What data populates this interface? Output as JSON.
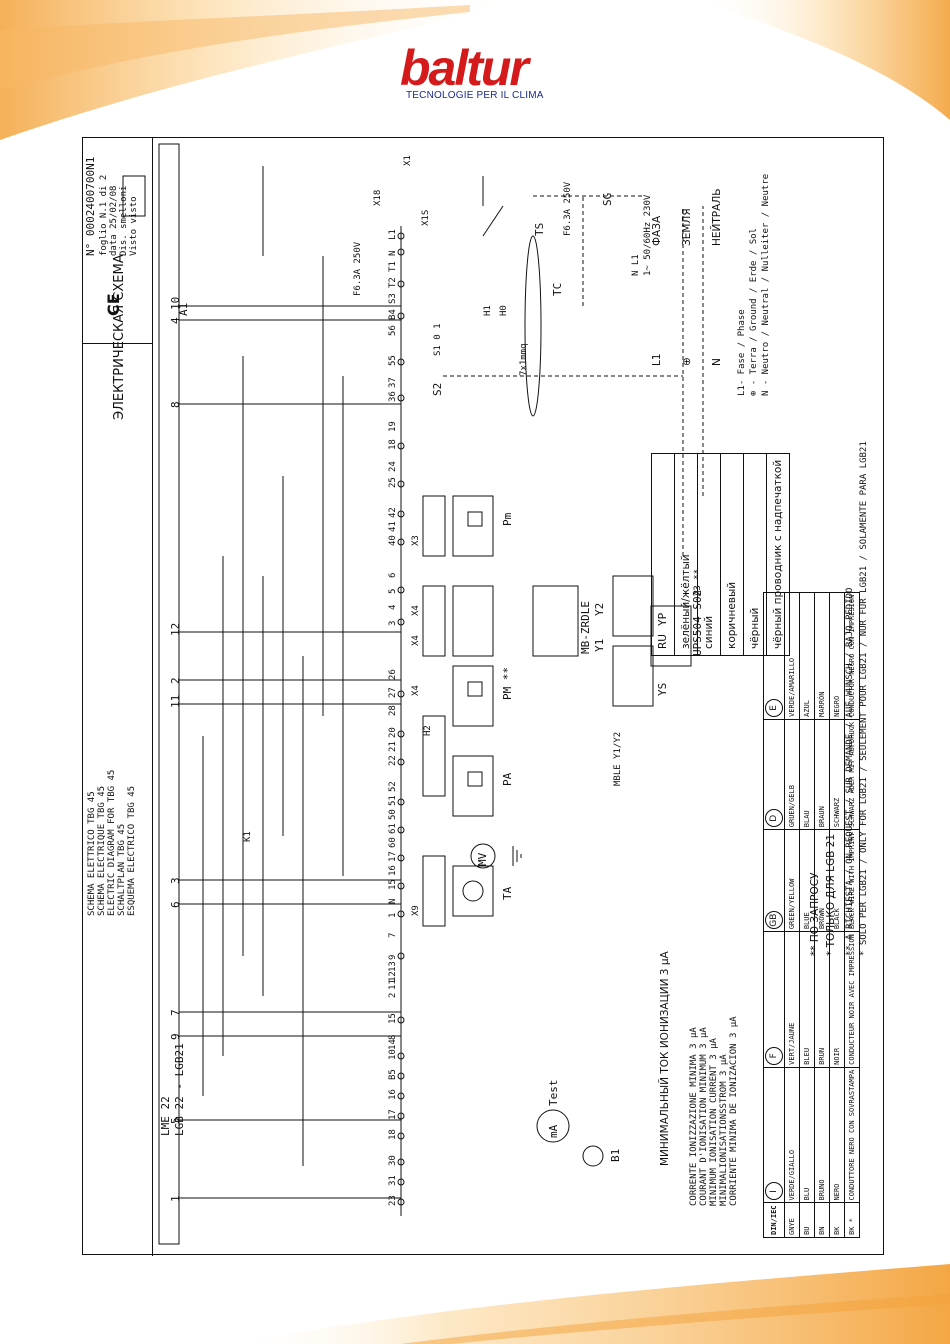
{
  "brand": {
    "name": "baltur",
    "tagline": "TECNOLOGIE PER IL CLIMA",
    "primary_color": "#d41a1a",
    "tagline_color": "#1a2b8c",
    "swoosh_color": "#f3a23a"
  },
  "header": {
    "ce_mark": "CE",
    "doc_number": "N° 0002400700N1",
    "sheet": "foglio N.1 di 2",
    "date": "data 25/02/08",
    "drawn_by": "Dis. smelloni",
    "approved": "Visto visto",
    "title_ru": "ЭЛЕКТРИЧЕСКАЯ СХЕМА",
    "titles": [
      "SCHEMA ELETTRICO TBG 45",
      "SCHEMA ELECTRIQUE TBG 45",
      "ELECTRIC DIAGRAM FOR TBG 45",
      "SCHALTPLAN TBG 45",
      "ESQUEMA ELECTRICO TBG 45"
    ]
  },
  "terminals_top": [
    "1",
    "5",
    "6",
    "3",
    "2",
    "12",
    "8",
    "4",
    "10"
  ],
  "terminals_mid": [
    "9",
    "7",
    "11"
  ],
  "strip_left": [
    "23",
    "31",
    "30",
    "18",
    "17",
    "16",
    "B5",
    "10",
    "14",
    "8",
    "15",
    "2",
    "11",
    "12",
    "13",
    "9",
    "7",
    "1",
    "N",
    "15",
    "16",
    "17",
    "60",
    "61",
    "50",
    "51",
    "52",
    "22",
    "21",
    "20",
    "28",
    "27",
    "26"
  ],
  "strip_right": [
    "3",
    "4",
    "5",
    "6",
    "40",
    "41",
    "42",
    "25",
    "24",
    "18",
    "19",
    "36",
    "37",
    "55",
    "56",
    "B4",
    "S3",
    "T2",
    "T1",
    "N",
    "L1"
  ],
  "labels": {
    "controller_a": "LME 22",
    "controller_b": "LGB 22 - LGB21",
    "board": "A1",
    "x1": "X1",
    "x18": "X18",
    "x1s": "X1S",
    "fuse": "F6.3A 250V",
    "fuse2": "F6.3A 250V",
    "x3": "X3",
    "x4": "X4",
    "x4b": "X4",
    "x4c": "X4",
    "x9": "X9",
    "pm": "Pm",
    "pm2": "PM **",
    "pa": "PA",
    "ta": "TA",
    "mv": "MV",
    "test": "Test",
    "b1": "B1",
    "ma": "mA",
    "ups": "UPS504 S02",
    "a3": "A3 **",
    "mb": "MB-ZRDLE",
    "y1": "Y1",
    "y2": "Y2",
    "ys": "YS",
    "yp": "YP",
    "ts": "TS",
    "tc": "TC",
    "sg": "SG",
    "s1": "S1 0 1",
    "s2": "S2",
    "h0": "H0",
    "h1": "H1",
    "h2": "H2",
    "k1": "K1",
    "cable": "7x1mmq",
    "supply": "1~ 50/60Hz 230V",
    "mble": "MBLE Y1/Y2",
    "n_l1": "N   L1"
  },
  "ionization": {
    "title_ru": "МИНИМАЛЬНЫЙ ТОК ИОНИЗАЦИИ 3 μA",
    "lines": [
      "CORRENTE IONIZZAZIONE MINIMA 3 μA",
      "COURANT D'IONISATION MINIMUM 3 μA",
      "MINIMUM IONISATION CURRENT 3 μA",
      "MINIMALIONISATIONSSTROM 3 μA",
      "CORRIENTE MINIMA DE IONIZACION 3 μA"
    ]
  },
  "legend_phase": [
    {
      "code": "L1",
      "ru": "ФАЗА"
    },
    {
      "code": "⊕",
      "ru": "ЗЕМЛЯ"
    },
    {
      "code": "N",
      "ru": "НЕЙТРАЛЬ"
    }
  ],
  "legend_notes": [
    "L1- Fase / Phase",
    "⊕ - Terra / Ground / Erde / Sol",
    "N - Neutro / Neutral / Nulleiter / Neutre"
  ],
  "ru_table": {
    "header": "RU",
    "rows": [
      "зелёный/жёлтый",
      "синий",
      "коричневый",
      "чёрный",
      "чёрный проводник с надпечаткой"
    ]
  },
  "footnotes": [
    "** ПО ЗАПРОСУ",
    "* ТОЛЬКО ДЛЯ LGB 21",
    "** A RICHIESTA / ON REQUEST / SUR DEMANDE / AUF WUNSCH / BAJO PEDIDO",
    "* SOLO PER LGB21 / ONLY FOR LGB21 / SEULEMENT POUR LGB21 / NUR FUR LGB21 / SOLAMENTE PARA LGB21"
  ],
  "color_table": {
    "headers": [
      "DIN/IEC",
      "I",
      "F",
      "GB",
      "D",
      "E"
    ],
    "rows": [
      [
        "GNYE",
        "VERDE/GIALLO",
        "VERT/JAUNE",
        "GREEN/YELLOW",
        "GRUEN/GELB",
        "VERDE/AMARILLO"
      ],
      [
        "BU",
        "BLU",
        "BLEU",
        "BLUE",
        "BLAU",
        "AZUL"
      ],
      [
        "BN",
        "BRUNO",
        "BRUN",
        "BROWN",
        "BRAUN",
        "MARRÓN"
      ],
      [
        "BK",
        "NERO",
        "NOIR",
        "BLACK",
        "SCHWARZ",
        "NEGRO"
      ],
      [
        "BK *",
        "CONDUTTORE NERO CON SOVRASTAMPA",
        "CONDUCTEUR NOIR AVEC IMPRESSION",
        "BLACK WIRE WITH IMPRINT",
        "SCHWARZ ADER MIT AUFDRUCK",
        "CONDUCTOR NEGRO CON IMPRESIÓN"
      ]
    ]
  }
}
